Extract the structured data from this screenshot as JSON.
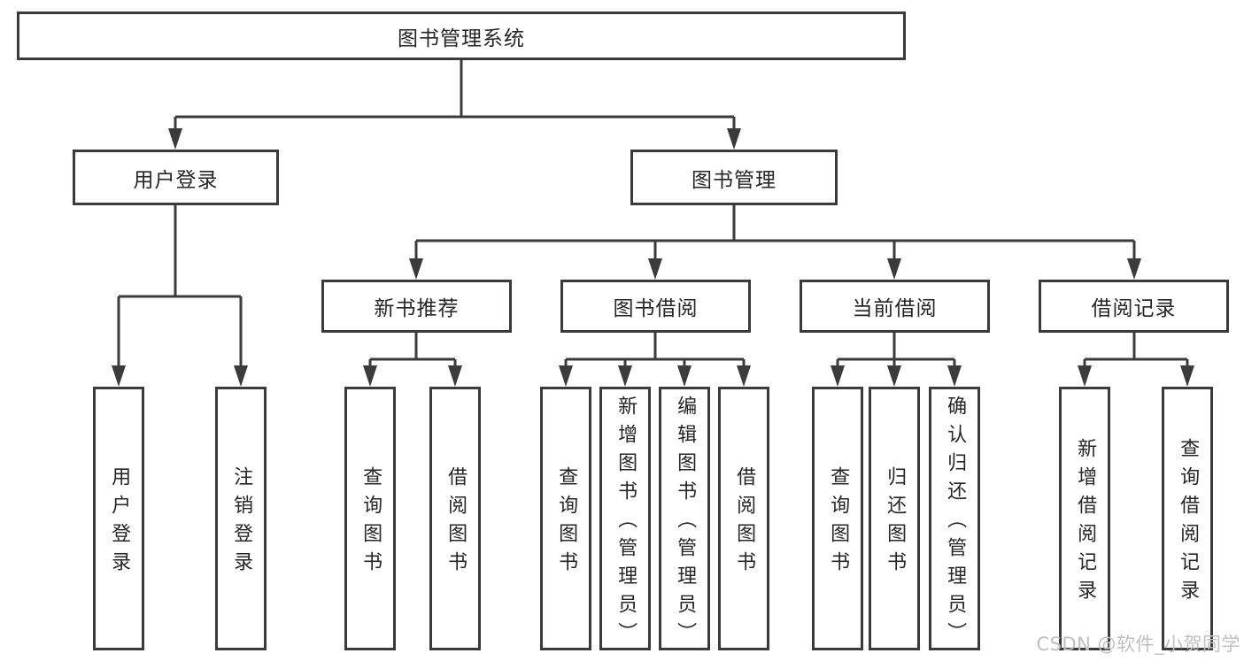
{
  "diagram": {
    "root": "图书管理系统",
    "level2": {
      "user_login": "用户登录",
      "book_mgmt": "图书管理"
    },
    "level3": {
      "new_book": "新书推荐",
      "book_borrow": "图书借阅",
      "current_borrow": "当前借阅",
      "borrow_record": "借阅记录"
    },
    "leaves": {
      "user_login": [
        "用户登录",
        "注销登录"
      ],
      "new_book": [
        "查询图书",
        "借阅图书"
      ],
      "book_borrow": [
        "查询图书",
        "新增图书（管理员）",
        "编辑图书（管理员）",
        "借阅图书"
      ],
      "current_borrow": [
        "查询图书",
        "归还图书",
        "确认归还（管理员）"
      ],
      "borrow_record": [
        "新增借阅记录",
        "查询借阅记录"
      ]
    }
  },
  "watermark": {
    "text": "CSDN @软件_小贺同学"
  },
  "colors": {
    "line": "#3b3b3b",
    "text": "#262626",
    "background": "#ffffff",
    "watermark": "#c0c0c0"
  }
}
